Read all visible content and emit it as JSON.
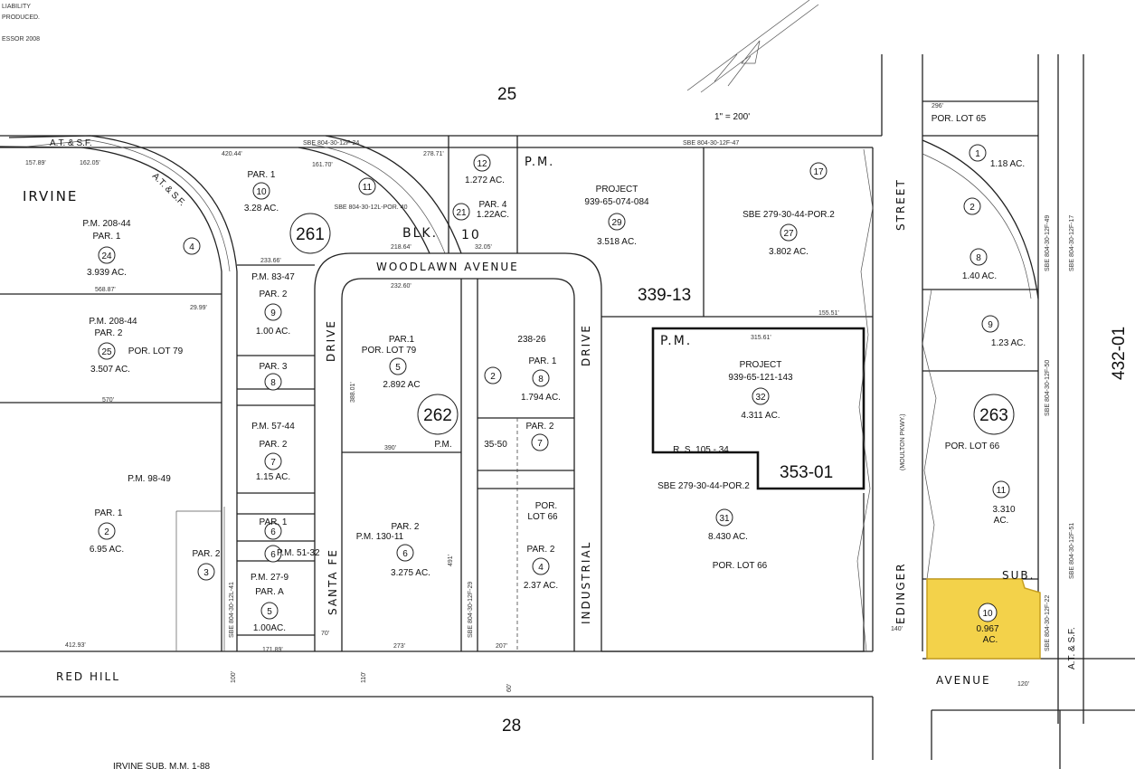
{
  "header": {
    "corner_lines": [
      "LIABILITY",
      "PRODUCED.",
      "ESSOR 2008"
    ],
    "scale": "1\" = 200'"
  },
  "blocks": {
    "top": "25",
    "bottom": "28",
    "right": "432-01"
  },
  "book_pages": {
    "b261": "261",
    "b262": "262",
    "b263": "263",
    "p339": "339-13",
    "p353": "353-01"
  },
  "streets": {
    "woodlawn": "WOODLAWN  AVENUE",
    "santa_fe": "SANTA  FE",
    "santa_fe_drive": "DRIVE",
    "industrial": "INDUSTRIAL",
    "industrial_drive": "DRIVE",
    "red_hill": "RED    HILL",
    "edinger": "EDINGER",
    "edinger_avenue": "AVENUE",
    "moulton": "(MOULTON  PKWY.)",
    "street": "STREET"
  },
  "areas": {
    "irvine": "IRVINE",
    "blk": "BLK.",
    "blk_num": "10",
    "rr_top": "A.T. & S.F.",
    "rr_curve": "A.T. & S.F.",
    "rr_right": "A.T. & S.F.",
    "sub": "SUB.",
    "bottom_cut": "IRVINE SUB.    M.M. 1-88"
  },
  "parcels": {
    "p24": {
      "num": "24",
      "lines": [
        "P.M. 208-44",
        "PAR. 1",
        "3.939 AC."
      ]
    },
    "p25": {
      "num": "25",
      "lines": [
        "P.M. 208-44",
        "PAR. 2",
        "POR. LOT 79",
        "3.507 AC."
      ]
    },
    "p2w": {
      "num": "2",
      "lines": [
        "P.M. 98-49",
        "PAR. 1",
        "6.95 AC."
      ]
    },
    "p3w": {
      "num": "3",
      "lines": [
        "PAR. 2"
      ]
    },
    "p4w": {
      "num": "4"
    },
    "p10": {
      "num": "10",
      "lines": [
        "PAR. 1",
        "3.28 AC."
      ]
    },
    "p11": {
      "num": "11",
      "lines": [
        "SBE 804-30-12L-POR. 40"
      ]
    },
    "p12": {
      "num": "12",
      "lines": [
        "1.272 AC."
      ]
    },
    "p21": {
      "num": "21",
      "lines": [
        "PAR. 4",
        "1.22AC."
      ]
    },
    "p9a": {
      "num": "9",
      "lines": [
        "P.M. 83-47",
        "PAR. 2",
        "1.00 AC."
      ]
    },
    "p8a": {
      "num": "8",
      "lines": [
        "PAR. 3"
      ]
    },
    "p7a": {
      "num": "7",
      "lines": [
        "P.M. 57-44",
        "PAR. 2",
        "1.15 AC."
      ]
    },
    "p6a": {
      "num": "6",
      "lines": [
        "PAR. 1"
      ]
    },
    "p6b": {
      "num": "6",
      "lines": [
        "P.M. 51-32"
      ]
    },
    "p5a": {
      "num": "5",
      "lines": [
        "P.M. 27-9",
        "PAR. A",
        "1.00AC."
      ]
    },
    "p5b": {
      "num": "5",
      "lines": [
        "PAR.1",
        "POR. LOT 79",
        "2.892 AC"
      ]
    },
    "p6c": {
      "num": "6",
      "lines": [
        "P.M.  130-11",
        "PAR. 2",
        "3.275 AC."
      ]
    },
    "p2b": {
      "num": "2",
      "lines": [
        "P.M."
      ]
    },
    "p8b": {
      "num": "8",
      "lines": [
        "238-26",
        "PAR. 1",
        "1.794 AC."
      ]
    },
    "p7b": {
      "num": "7",
      "lines": [
        "PAR. 2",
        "35-50"
      ]
    },
    "p4b": {
      "num": "4",
      "lines": [
        "POR.",
        "LOT 66",
        "PAR. 2",
        "2.37 AC."
      ]
    },
    "p29": {
      "num": "29",
      "lines": [
        "P.M.",
        "PROJECT",
        "939-65-074-084",
        "3.518 AC."
      ]
    },
    "p27": {
      "num": "27",
      "lines": [
        "SBE 279-30-44-POR.2",
        "3.802 AC."
      ]
    },
    "p17": {
      "num": "17"
    },
    "p32": {
      "num": "32",
      "lines": [
        "P.M.",
        "PROJECT",
        "939-65-121-143",
        "4.311 AC.",
        "R. S. 105 - 34"
      ]
    },
    "p31": {
      "num": "31",
      "lines": [
        "SBE 279-30-44-POR.2",
        "8.430 AC.",
        "POR. LOT 66"
      ]
    },
    "p1e": {
      "num": "1",
      "lines": [
        "POR. LOT 65",
        "1.18 AC."
      ]
    },
    "p2e": {
      "num": "2"
    },
    "p8e": {
      "num": "8",
      "lines": [
        "1.40 AC."
      ]
    },
    "p9e": {
      "num": "9",
      "lines": [
        "1.23 AC."
      ]
    },
    "p11e": {
      "num": "11",
      "lines": [
        "POR. LOT 66",
        "3.310",
        "AC."
      ]
    },
    "p10e": {
      "num": "10",
      "lines": [
        "0.967",
        "AC."
      ],
      "highlight": "#f3d24a"
    }
  },
  "sbe_labels": {
    "t1": "SBE 804-30-12F-24",
    "t2": "SBE 804-30-12F-47",
    "v1": "SBE 804-30-12L-41",
    "v2": "SBE 804-30-12F-29",
    "v3": "SBE 804-30-12F-49",
    "v4": "SBE 804-30-12F-50",
    "v5": "SBE 804-30-12F-17",
    "v6": "SBE 804-30-12F-22",
    "v7": "SBE 804-30-12F-51"
  },
  "dims": {
    "d1": "157.89'",
    "d2": "162.05'",
    "d3": "420.44'",
    "d4": "161.70'",
    "d5": "278.71'",
    "d6": "233.66'",
    "d7": "218.64'",
    "d8": "32.05'",
    "d9": "568.87'",
    "d10": "29.99'",
    "d11": "570'",
    "d12": "412.93'",
    "d13": "171.89'",
    "d14": "232.60'",
    "d15": "388.01'",
    "d16": "390'",
    "d17": "273'",
    "d18": "207'",
    "d19": "491'",
    "d20": "110'",
    "d21": "100'",
    "d22": "60'",
    "d23": "140'",
    "d24": "120'",
    "d25": "70'",
    "d26": "296'",
    "d27": "155.51'",
    "d28": "315.61'"
  },
  "colors": {
    "line": "#222222",
    "highlight": "#f3d24a",
    "highlight_stroke": "#c8a020"
  }
}
